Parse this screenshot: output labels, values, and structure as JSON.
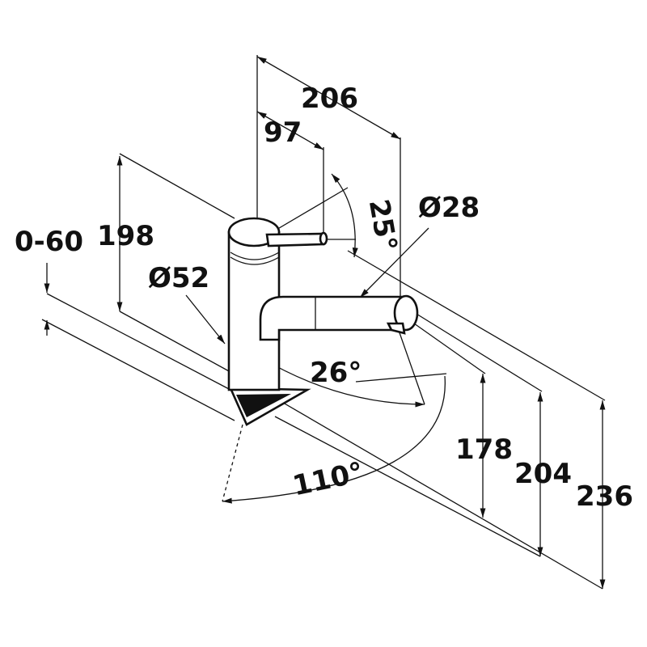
{
  "title": "Faucet dimension drawing",
  "dimensions": {
    "reach_total": "206",
    "lever_offset": "97",
    "lever_angle": "25°",
    "spout_diameter": "Ø28",
    "counter_thickness": "0-60",
    "body_height": "198",
    "body_diameter": "Ø52",
    "spout_angle": "26°",
    "spout_height": "178",
    "lever_height": "204",
    "total_height": "236",
    "swivel_angle": "110°"
  },
  "colors": {
    "line": "#111111",
    "background": "#ffffff"
  }
}
